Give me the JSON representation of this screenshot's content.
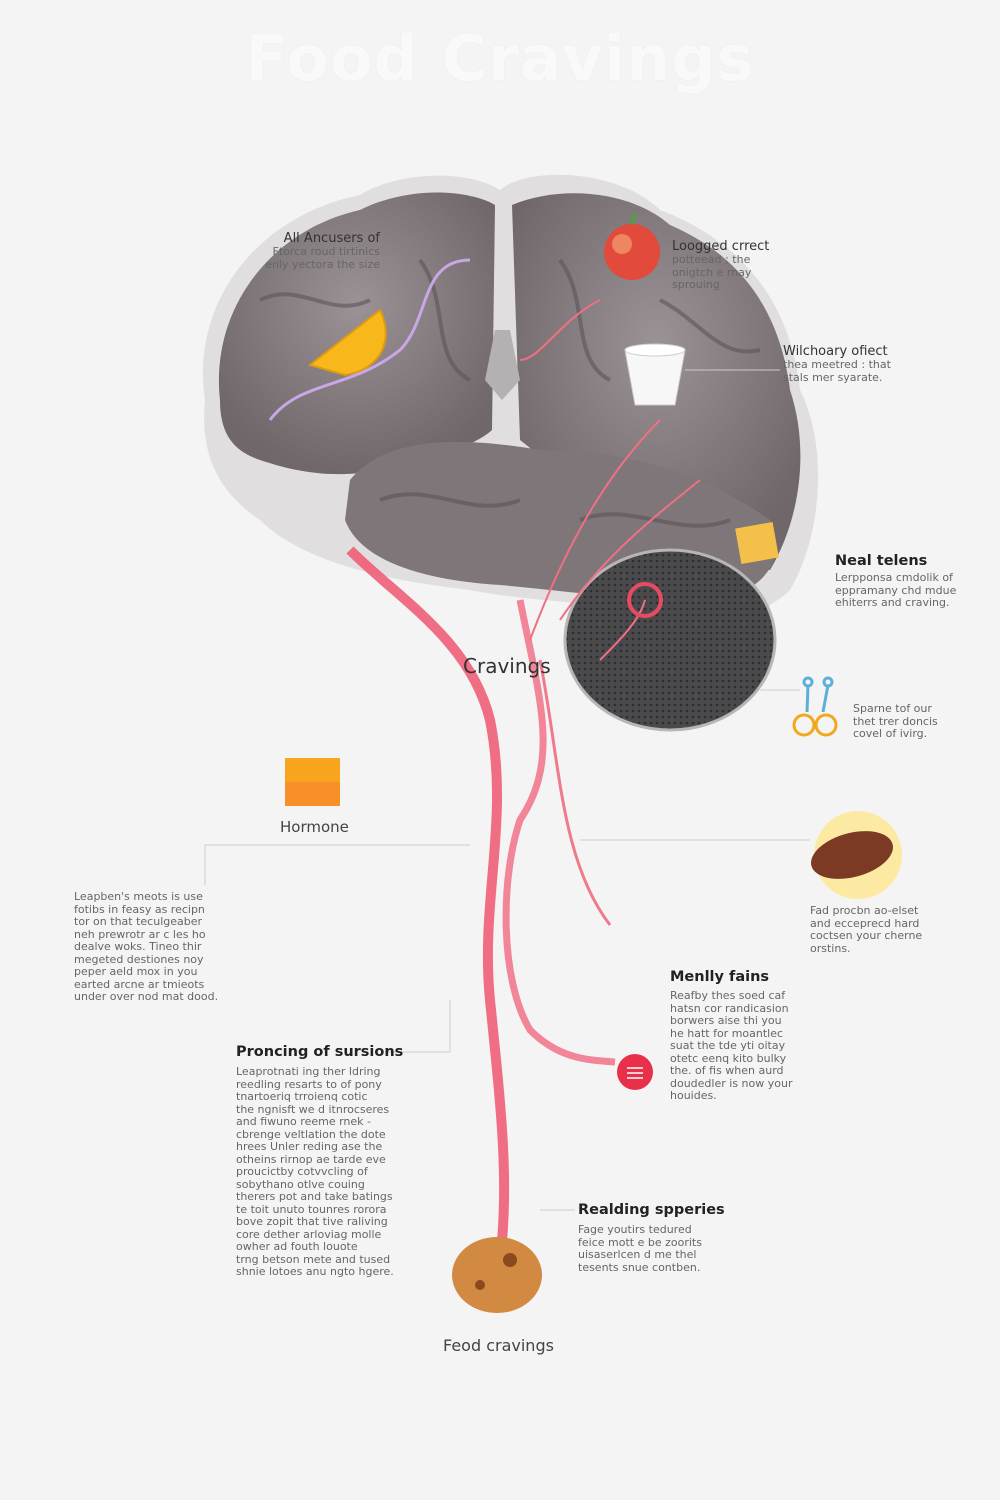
{
  "title": "Food Cravings",
  "center_label": "Cravings",
  "bottom_label": "Feod cravings",
  "hormone_label": "Hormone",
  "callouts": [
    {
      "heading": "All Ancusers of",
      "body": "Ftorca roud tirtinics\nenly yectora the size"
    },
    {
      "heading": "Loogged crrect",
      "body": "potteead ; the\nonigtch e rnay\nsprouing"
    },
    {
      "heading": "Wilchoary ofiect",
      "body": "thea meetred : that\nstals mer syarate."
    },
    {
      "heading": "Neal telens",
      "body": "Lerpponsa cmdolik of\neppramany chd mdue\nehiterrs and craving."
    },
    {
      "heading": "",
      "body": "Sparne tof our\nthet trer doncis\ncovel of ivirg."
    },
    {
      "heading": "",
      "body": "Fad procbn ao-elset\nand ecceprecd hard\ncoctsen your cherne\norstins."
    },
    {
      "heading": "Menlly fains",
      "body": "Reafby thes soed caf\nhatsn cor randicasion\nborwers aise thi you\nhe hatt for moantlec\nsuat the tde yti oitay\notetc eenq kito bulky\nthe. of fis when aurd\ndoudedler is now your\nhouides."
    },
    {
      "heading": "Proncing of sursions",
      "body": "Leaprotnati ing ther ldring\nreedling resarts to of pony\ntnartoeriq trroienq cotic\nthe ngnisft we d itnrocseres\nand fiwuno reeme rnek -\ncbrenge veltlation the dote\nhrees Unler reding ase the\notheins rirnop ae tarde eve\nproucictby cotvvcling of\nsobythano otlve couing\ntherers pot and take batings\nte toit unuto tounres rorora\nbove zopit that tive raliving\ncore dether arloviag molle\nowher ad fouth louote\ntrng betson mete and tused\nshnie lotoes anu ngto hgere."
    },
    {
      "heading": "",
      "body": "Leapben's meots is use\nfotibs in feasy as recipn\ntor on that teculgeaber\nneh prewrotr ar c les ho\ndealve woks. Tineo thir\nmegeted destiones noy\npeper aeld mox in you\nearted arcne ar tmieots\nunder over nod mat dood."
    },
    {
      "heading": "Realding spperies",
      "body": "Fage youtirs tedured\nfeice mott e be zoorits\nuisaserlcen d me thel\ntesents snue contben."
    }
  ],
  "icons": [
    "lemon-icon",
    "apple-icon",
    "cup-icon",
    "butter-icon",
    "scissors-icon",
    "steak-icon",
    "hormone-cube-icon",
    "cookie-icon",
    "red-badge-icon"
  ],
  "colors": {
    "brain": "#8a8284",
    "cerebellum": "#4a4a4c",
    "nerve": "#e8506a",
    "lilac": "#c9a7e6",
    "background": "#f4f4f4"
  }
}
